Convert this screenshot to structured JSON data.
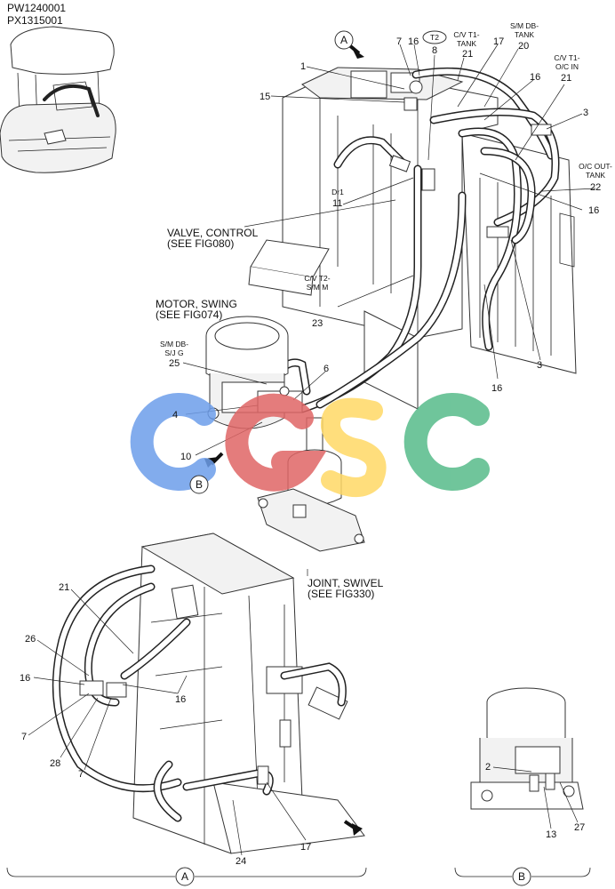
{
  "header": {
    "codes": [
      "PW1240001",
      "PX1315001"
    ]
  },
  "references": {
    "valve_control": [
      "VALVE, CONTROL",
      "(SEE FIG080)"
    ],
    "motor_swing": [
      "MOTOR, SWING",
      "(SEE FIG074)"
    ],
    "joint_swivel": [
      "JOINT, SWIVEL",
      "(SEE FIG330)"
    ]
  },
  "port_labels": {
    "cv_t1_tank": [
      "C/V T1-",
      "TANK"
    ],
    "sm_db_tank": [
      "S/M DB-",
      "TANK"
    ],
    "cv_t1_oc_in": [
      "C/V T1-",
      "O/C IN"
    ],
    "oc_out_tank": [
      "O/C OUT-",
      "TANK"
    ],
    "dr1": "Dr1",
    "cv_t2_sm_m": [
      "C/V T2-",
      "S/M M"
    ],
    "sm_db_sj_g": [
      "S/M DB-",
      "S/J G"
    ],
    "t2_tag": "T2"
  },
  "view_markers": {
    "a": "A",
    "b": "B"
  },
  "callouts": {
    "c1": "1",
    "c2": "2",
    "c3": "3",
    "c4": "4",
    "c6": "6",
    "c7": "7",
    "c8": "8",
    "c10": "10",
    "c11": "11",
    "c13": "13",
    "c15": "15",
    "c16": "16",
    "c17": "17",
    "c20": "20",
    "c21": "21",
    "c22": "22",
    "c23": "23",
    "c24": "24",
    "c25": "25",
    "c26": "26",
    "c27": "27",
    "c28": "28"
  },
  "watermark": {
    "text": "CGSC",
    "colors": [
      "#6d9eeb",
      "#e06666",
      "#ffd966",
      "#57bb8a"
    ]
  }
}
